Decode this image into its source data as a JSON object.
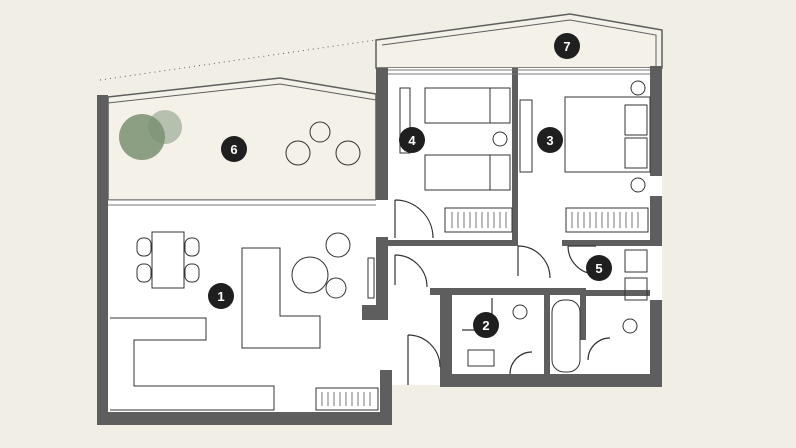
{
  "plan": {
    "room_labels": [
      {
        "id": "room-1",
        "text": "1"
      },
      {
        "id": "room-2",
        "text": "2"
      },
      {
        "id": "room-3",
        "text": "3"
      },
      {
        "id": "room-4",
        "text": "4"
      },
      {
        "id": "room-5",
        "text": "5"
      },
      {
        "id": "room-6",
        "text": "6"
      },
      {
        "id": "room-7",
        "text": "7"
      }
    ]
  },
  "colors": {
    "background": "#f1eee6",
    "wall": "#5e5e5e",
    "floor": "#ffffff",
    "label": "#1f1f1f"
  }
}
